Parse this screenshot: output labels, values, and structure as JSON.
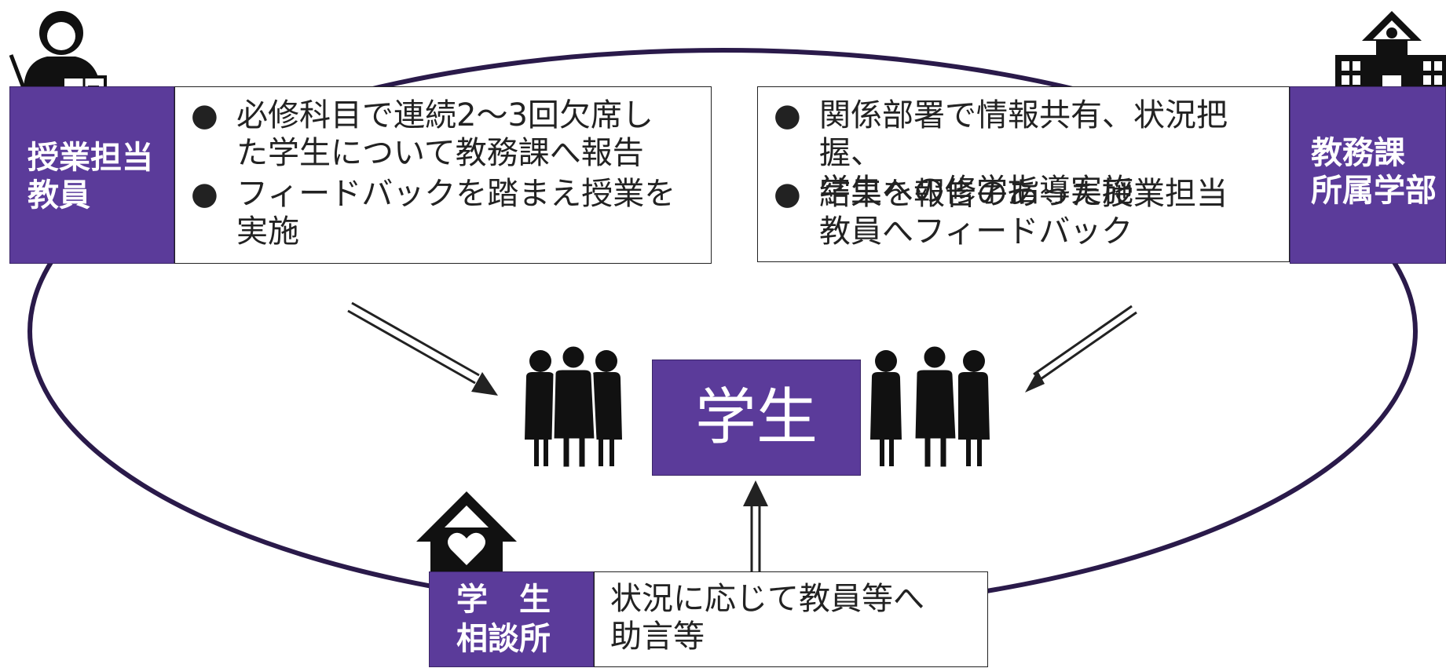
{
  "teacher": {
    "label": "授業担当\n教員",
    "items": [
      "必修科目で連続2〜3回欠席し\nた学生について教務課へ報告",
      "フィードバックを踏まえ授業を\n実施"
    ]
  },
  "office": {
    "label": "教務課\n所属学部",
    "items": [
      "関係部署で情報共有、状況把握、\n学生への修学指導実施",
      "結果を報告のあった授業担当\n教員へフィードバック"
    ]
  },
  "student": {
    "label": "学生"
  },
  "counseling": {
    "label": "学　生\n相談所",
    "text": "状況に応じて教員等へ\n助言等"
  },
  "bullet_char": "●",
  "colors": {
    "accent": "#5b3b9a",
    "ellipse": "#2a1a4a",
    "icon": "#111111"
  }
}
